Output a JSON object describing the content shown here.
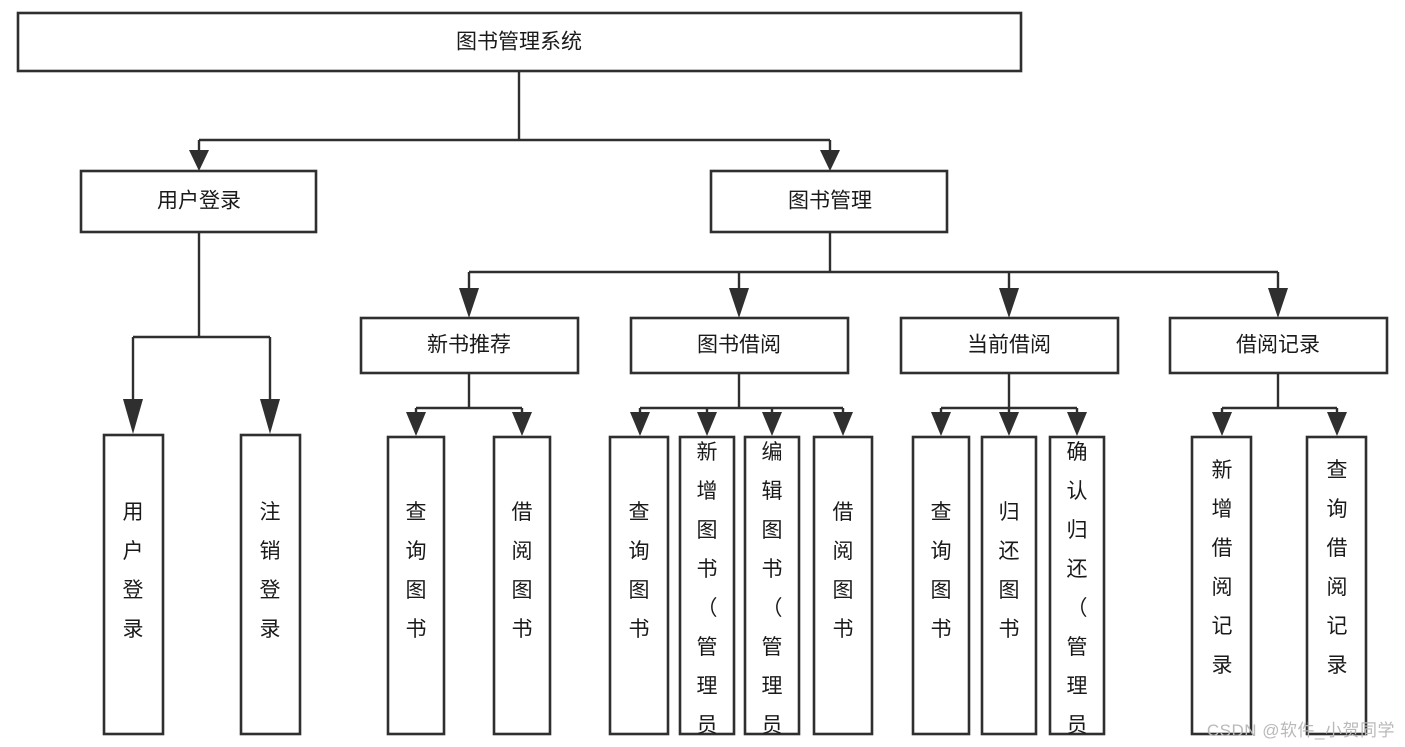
{
  "diagram": {
    "type": "tree",
    "title": "图书管理系统",
    "watermark": "CSDN @软件_小贺同学",
    "colors": {
      "background": "#ffffff",
      "stroke": "#2f2f2f",
      "box_fill": "#ffffff",
      "text": "#1a1a1a",
      "watermark": "#b9b9b9"
    },
    "nodes": {
      "root": {
        "label": "图书管理系统",
        "orientation": "horizontal",
        "level": 0
      },
      "user_login": {
        "label": "用户登录",
        "orientation": "horizontal",
        "level": 1
      },
      "book_manage": {
        "label": "图书管理",
        "orientation": "horizontal",
        "level": 1
      },
      "new_book_rec": {
        "label": "新书推荐",
        "orientation": "horizontal",
        "level": 2
      },
      "book_borrow": {
        "label": "图书借阅",
        "orientation": "horizontal",
        "level": 2
      },
      "current_borrow": {
        "label": "当前借阅",
        "orientation": "horizontal",
        "level": 2
      },
      "borrow_record": {
        "label": "借阅记录",
        "orientation": "horizontal",
        "level": 2
      },
      "leaf_user_login": {
        "label": "用户登录",
        "orientation": "vertical",
        "level": 3
      },
      "leaf_logout": {
        "label": "注销登录",
        "orientation": "vertical",
        "level": 3
      },
      "leaf_query_book_a": {
        "label": "查询图书",
        "orientation": "vertical",
        "level": 3
      },
      "leaf_borrow_book_a": {
        "label": "借阅图书",
        "orientation": "vertical",
        "level": 3
      },
      "leaf_query_book_b": {
        "label": "查询图书",
        "orientation": "vertical",
        "level": 3
      },
      "leaf_add_book": {
        "label": "新增图书（管理员）",
        "orientation": "vertical",
        "level": 3
      },
      "leaf_edit_book": {
        "label": "编辑图书（管理员）",
        "orientation": "vertical",
        "level": 3
      },
      "leaf_borrow_book_b": {
        "label": "借阅图书",
        "orientation": "vertical",
        "level": 3
      },
      "leaf_query_book_c": {
        "label": "查询图书",
        "orientation": "vertical",
        "level": 3
      },
      "leaf_return_book": {
        "label": "归还图书",
        "orientation": "vertical",
        "level": 3
      },
      "leaf_confirm_return": {
        "label": "确认归还（管理员）",
        "orientation": "vertical",
        "level": 3
      },
      "leaf_add_record": {
        "label": "新增借阅记录",
        "orientation": "vertical",
        "level": 3
      },
      "leaf_query_record": {
        "label": "查询借阅记录",
        "orientation": "vertical",
        "level": 3
      }
    },
    "edges": [
      {
        "from": "root",
        "to": "user_login"
      },
      {
        "from": "root",
        "to": "book_manage"
      },
      {
        "from": "user_login",
        "to": "leaf_user_login"
      },
      {
        "from": "user_login",
        "to": "leaf_logout"
      },
      {
        "from": "book_manage",
        "to": "new_book_rec"
      },
      {
        "from": "book_manage",
        "to": "book_borrow"
      },
      {
        "from": "book_manage",
        "to": "current_borrow"
      },
      {
        "from": "book_manage",
        "to": "borrow_record"
      },
      {
        "from": "new_book_rec",
        "to": "leaf_query_book_a"
      },
      {
        "from": "new_book_rec",
        "to": "leaf_borrow_book_a"
      },
      {
        "from": "book_borrow",
        "to": "leaf_query_book_b"
      },
      {
        "from": "book_borrow",
        "to": "leaf_add_book"
      },
      {
        "from": "book_borrow",
        "to": "leaf_edit_book"
      },
      {
        "from": "book_borrow",
        "to": "leaf_borrow_book_b"
      },
      {
        "from": "current_borrow",
        "to": "leaf_query_book_c"
      },
      {
        "from": "current_borrow",
        "to": "leaf_return_book"
      },
      {
        "from": "current_borrow",
        "to": "leaf_confirm_return"
      },
      {
        "from": "borrow_record",
        "to": "leaf_add_record"
      },
      {
        "from": "borrow_record",
        "to": "leaf_query_record"
      }
    ]
  }
}
